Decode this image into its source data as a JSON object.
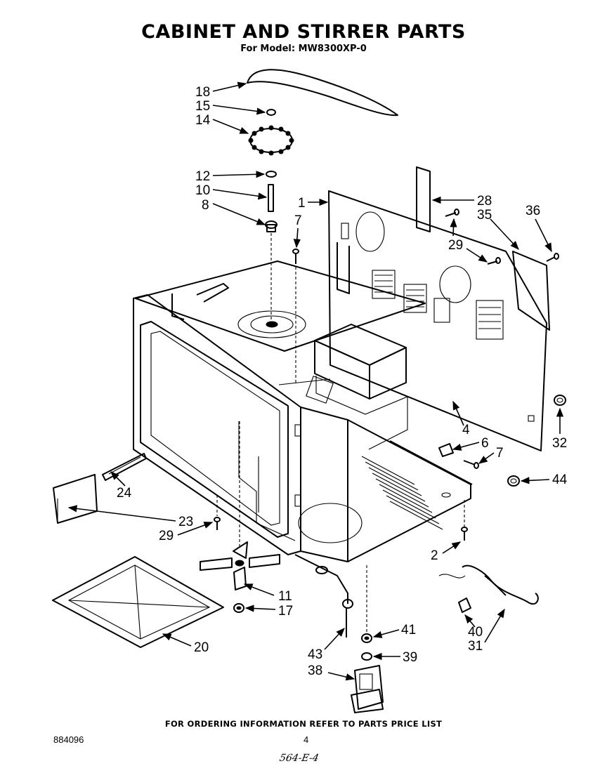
{
  "header": {
    "title": "CABINET AND STIRRER PARTS",
    "subtitle": "For Model: MW8300XP-0"
  },
  "callouts": [
    {
      "id": "c18",
      "text": "18"
    },
    {
      "id": "c15",
      "text": "15"
    },
    {
      "id": "c14",
      "text": "14"
    },
    {
      "id": "c12",
      "text": "12"
    },
    {
      "id": "c10",
      "text": "10"
    },
    {
      "id": "c8",
      "text": "8"
    },
    {
      "id": "c7a",
      "text": "7"
    },
    {
      "id": "c1",
      "text": "1"
    },
    {
      "id": "c28",
      "text": "28"
    },
    {
      "id": "c35",
      "text": "35"
    },
    {
      "id": "c36",
      "text": "36"
    },
    {
      "id": "c29a",
      "text": "29"
    },
    {
      "id": "c4",
      "text": "4"
    },
    {
      "id": "c6",
      "text": "6"
    },
    {
      "id": "c7b",
      "text": "7"
    },
    {
      "id": "c32",
      "text": "32"
    },
    {
      "id": "c44",
      "text": "44"
    },
    {
      "id": "c24",
      "text": "24"
    },
    {
      "id": "c23",
      "text": "23"
    },
    {
      "id": "c29b",
      "text": "29"
    },
    {
      "id": "c2",
      "text": "2"
    },
    {
      "id": "c11",
      "text": "11"
    },
    {
      "id": "c17",
      "text": "17"
    },
    {
      "id": "c20",
      "text": "20"
    },
    {
      "id": "c41",
      "text": "41"
    },
    {
      "id": "c43",
      "text": "43"
    },
    {
      "id": "c39",
      "text": "39"
    },
    {
      "id": "c38",
      "text": "38"
    },
    {
      "id": "c40",
      "text": "40"
    },
    {
      "id": "c31",
      "text": "31"
    }
  ],
  "footer": {
    "ordering_note": "FOR ORDERING INFORMATION REFER TO PARTS PRICE LIST",
    "doc_number": "884096",
    "page_number": "4",
    "handwritten_note": "564-E-4"
  }
}
